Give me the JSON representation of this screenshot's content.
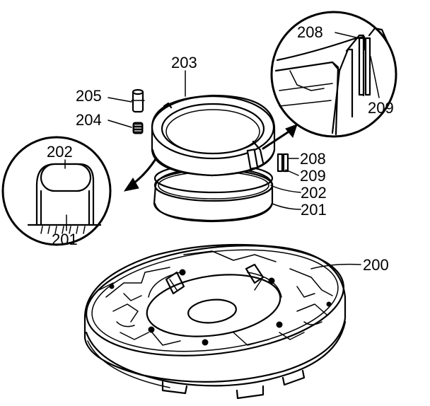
{
  "callouts": {
    "housing_200": "200",
    "retainer_201": "201",
    "retainer_201_detail": "201",
    "seal_202": "202",
    "seal_202_detail": "202",
    "ring_203": "203",
    "spring_204": "204",
    "pin_205": "205",
    "plate_208": "208",
    "plate_208_detail": "208",
    "plate_209": "209",
    "plate_209_detail": "209"
  },
  "colors": {
    "line": "#000000",
    "background": "#ffffff"
  }
}
